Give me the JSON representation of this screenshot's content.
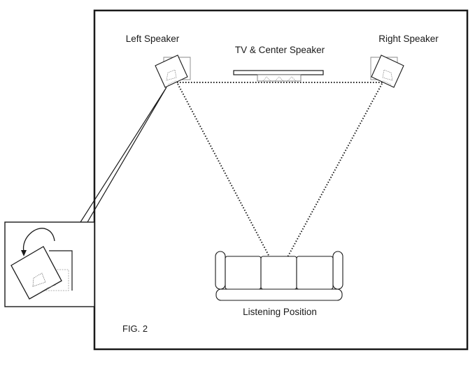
{
  "labels": {
    "left_speaker": "Left Speaker",
    "right_speaker": "Right Speaker",
    "center": "TV & Center Speaker",
    "listening": "Listening Position",
    "figure": "FIG. 2"
  },
  "colors": {
    "line": "#1a1a1a",
    "background": "#ffffff"
  }
}
